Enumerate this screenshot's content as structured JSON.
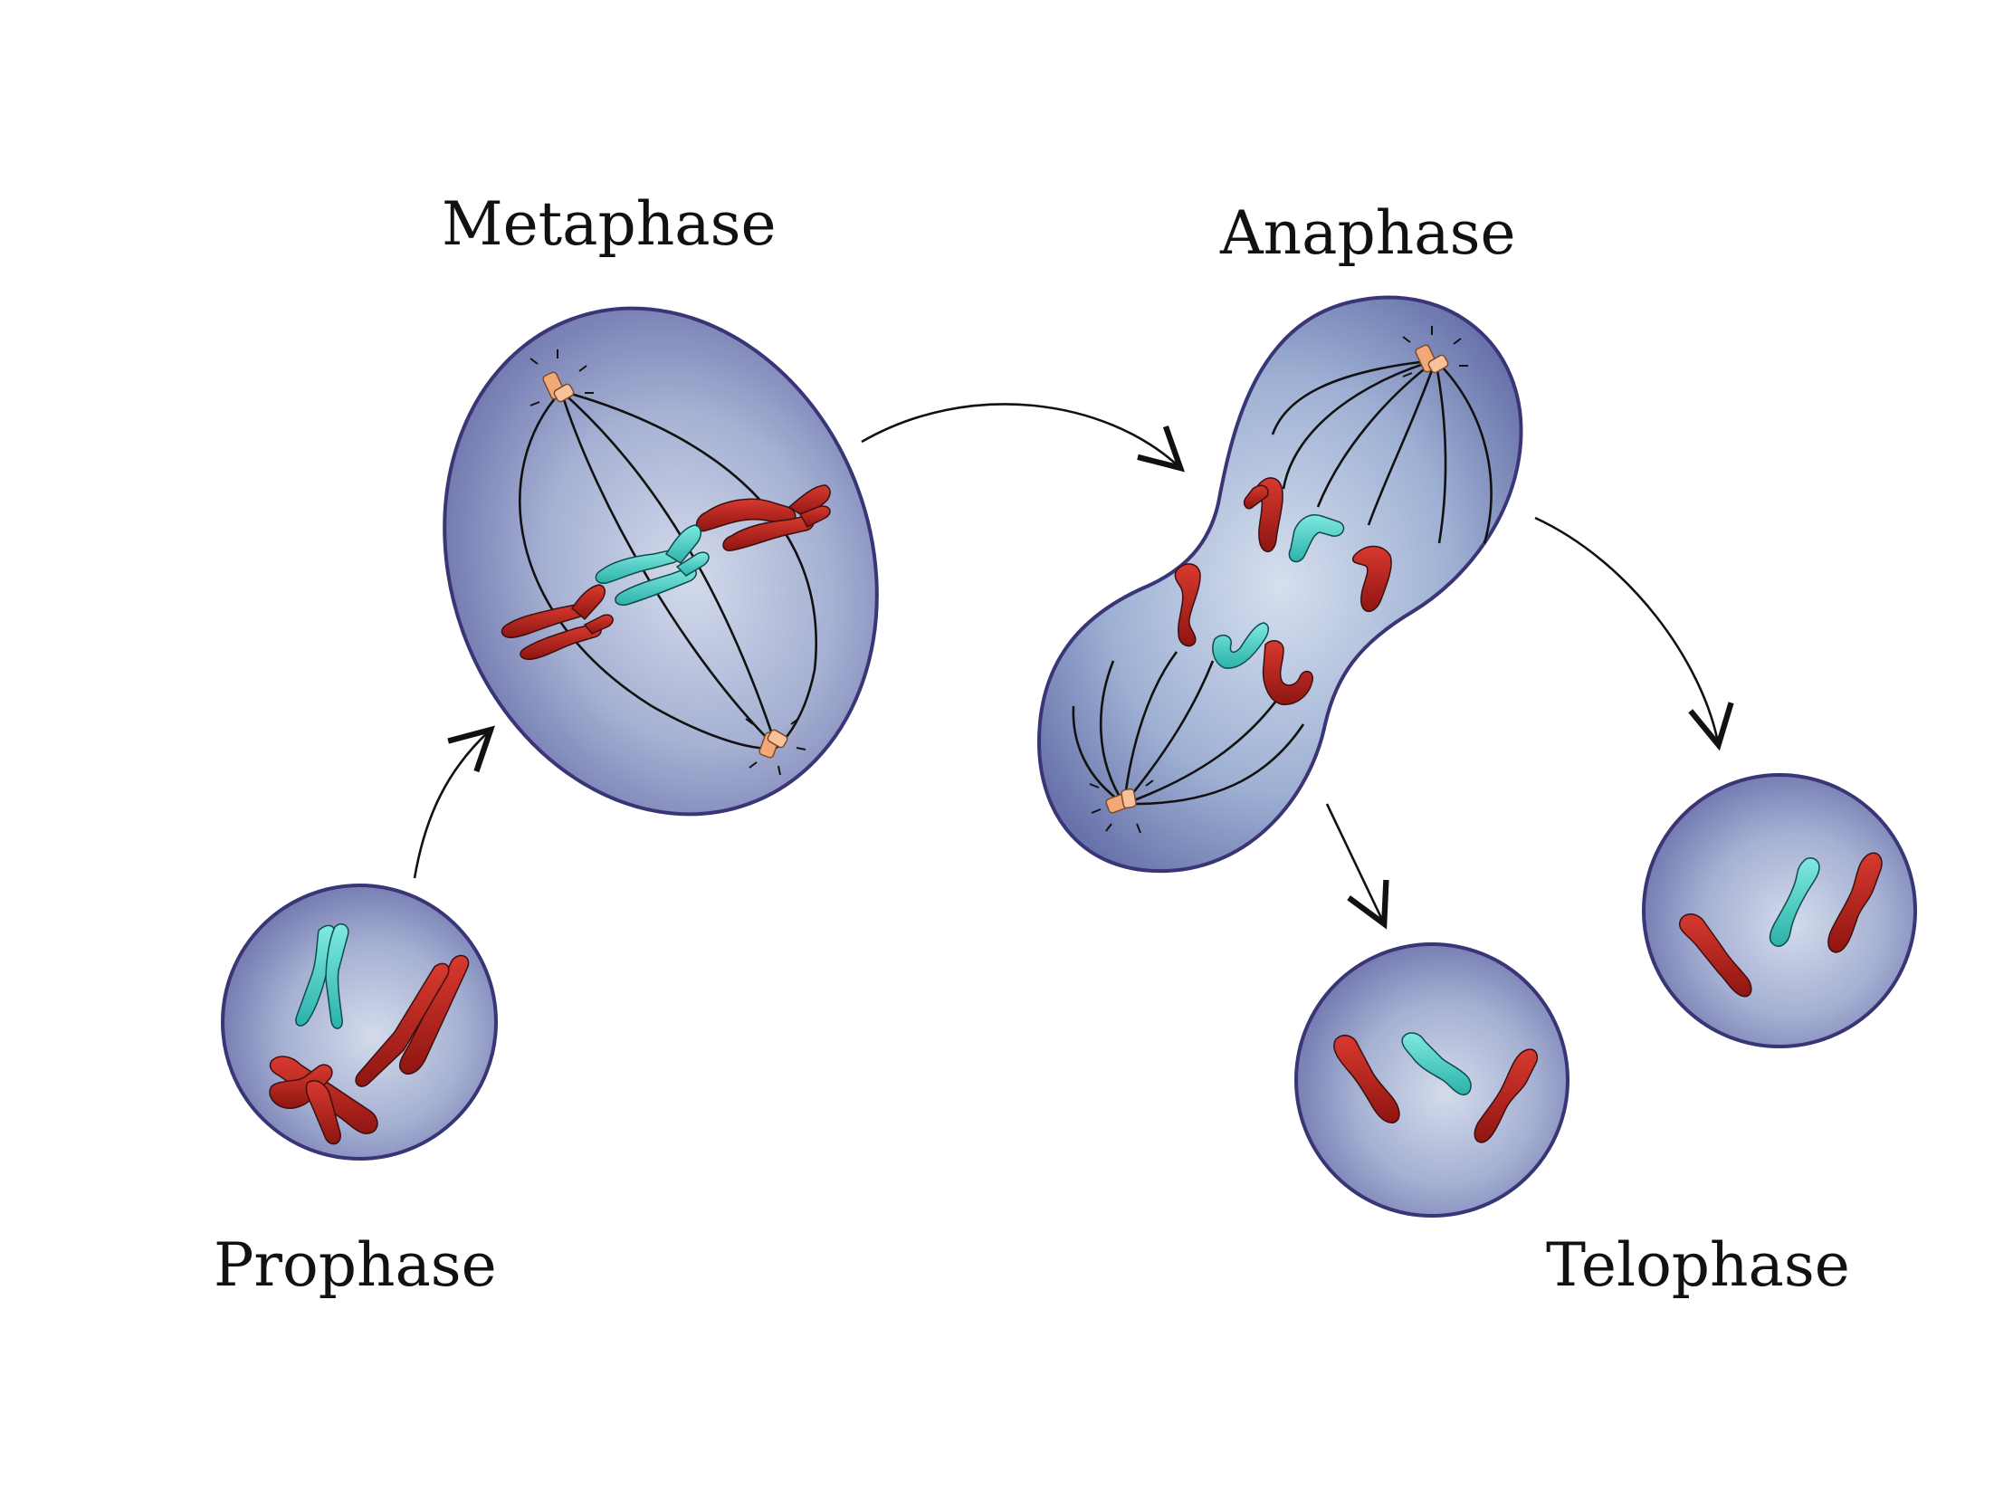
{
  "labels": {
    "prophase": "Prophase",
    "metaphase": "Metaphase",
    "anaphase": "Anaphase",
    "telophase": "Telophase"
  },
  "colors": {
    "cell_fill_center": "#c4cde2",
    "cell_fill_edge": "#6f78b0",
    "cell_outline": "#3a3577",
    "chromosome_red": "#b3221d",
    "chromosome_cyan": "#4fd0c8",
    "centrosome": "#f3a878",
    "background": "#ffffff"
  },
  "stages": [
    "Prophase",
    "Metaphase",
    "Anaphase",
    "Telophase"
  ]
}
